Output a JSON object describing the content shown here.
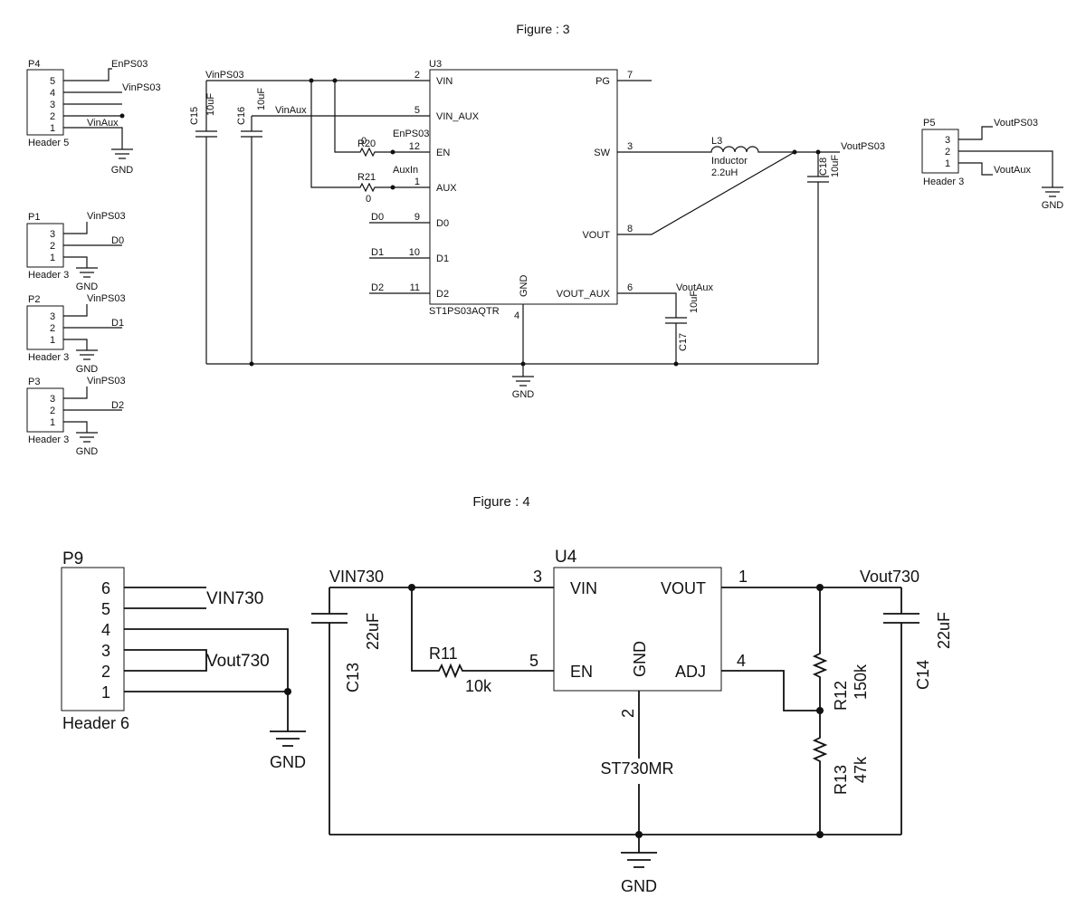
{
  "fig3": {
    "title": "Figure : 3",
    "p4": {
      "ref": "P4",
      "name": "Header 5",
      "pins": [
        "5",
        "4",
        "3",
        "2",
        "1"
      ],
      "net_en": "EnPS03",
      "net_vin": "VinPS03",
      "net_aux": "VinAux",
      "gnd": "GND"
    },
    "p1": {
      "ref": "P1",
      "name": "Header 3",
      "pins": [
        "3",
        "2",
        "1"
      ],
      "net_top": "VinPS03",
      "net_mid": "D0",
      "gnd": "GND"
    },
    "p2": {
      "ref": "P2",
      "name": "Header 3",
      "pins": [
        "3",
        "2",
        "1"
      ],
      "net_top": "VinPS03",
      "net_mid": "D1",
      "gnd": "GND"
    },
    "p3": {
      "ref": "P3",
      "name": "Header 3",
      "pins": [
        "3",
        "2",
        "1"
      ],
      "net_top": "VinPS03",
      "net_mid": "D2",
      "gnd": "GND"
    },
    "p5": {
      "ref": "P5",
      "name": "Header 3",
      "pins": [
        "3",
        "2",
        "1"
      ],
      "net_top": "VoutPS03",
      "net_bot": "VoutAux",
      "gnd": "GND"
    },
    "u3": {
      "ref": "U3",
      "part": "ST1PS03AQTR",
      "pin_vin": "VIN",
      "pin_vin_aux": "VIN_AUX",
      "pin_en": "EN",
      "pin_aux": "AUX",
      "pin_d0": "D0",
      "pin_d1": "D1",
      "pin_d2": "D2",
      "pin_pg": "PG",
      "pin_sw": "SW",
      "pin_vout": "VOUT",
      "pin_vout_aux": "VOUT_AUX",
      "pin_gnd": "GND",
      "num_vin": "2",
      "num_vin_aux": "5",
      "num_en": "12",
      "num_aux": "1",
      "num_d0": "9",
      "num_d1": "10",
      "num_d2": "11",
      "num_pg": "7",
      "num_sw": "3",
      "num_vout": "8",
      "num_vout_aux": "6",
      "num_gnd": "4"
    },
    "nets": {
      "vin": "VinPS03",
      "vinaux": "VinAux",
      "en": "EnPS03",
      "auxin": "AuxIn",
      "d0": "D0",
      "d1": "D1",
      "d2": "D2",
      "vout": "VoutPS03",
      "voutaux": "VoutAux",
      "gnd": "GND"
    },
    "c15": {
      "ref": "C15",
      "value": "10uF"
    },
    "c16": {
      "ref": "C16",
      "value": "10uF"
    },
    "c17": {
      "ref": "C17",
      "value": "10uF"
    },
    "c18": {
      "ref": "C18",
      "value": "10uF"
    },
    "r20": {
      "ref": "R20",
      "value": "0"
    },
    "r21": {
      "ref": "R21",
      "value": "0"
    },
    "l3": {
      "ref": "L3",
      "type": "Inductor",
      "value": "2.2uH"
    }
  },
  "fig4": {
    "title": "Figure : 4",
    "p9": {
      "ref": "P9",
      "name": "Header 6",
      "pins": [
        "6",
        "5",
        "4",
        "3",
        "2",
        "1"
      ],
      "net_vin": "VIN730",
      "net_vout": "Vout730",
      "gnd": "GND"
    },
    "u4": {
      "ref": "U4",
      "part": "ST730MR",
      "pin_vin": "VIN",
      "pin_vout": "VOUT",
      "pin_en": "EN",
      "pin_adj": "ADJ",
      "pin_gnd": "GND",
      "num_vin": "3",
      "num_vout": "1",
      "num_en": "5",
      "num_adj": "4",
      "num_gnd": "2"
    },
    "nets": {
      "vin": "VIN730",
      "vout": "Vout730",
      "gnd": "GND"
    },
    "c13": {
      "ref": "C13",
      "value": "22uF"
    },
    "c14": {
      "ref": "C14",
      "value": "22uF"
    },
    "r11": {
      "ref": "R11",
      "value": "10k"
    },
    "r12": {
      "ref": "R12",
      "value": "150k"
    },
    "r13": {
      "ref": "R13",
      "value": "47k"
    }
  },
  "colors": {
    "ink": "#111111",
    "background": "#ffffff"
  }
}
